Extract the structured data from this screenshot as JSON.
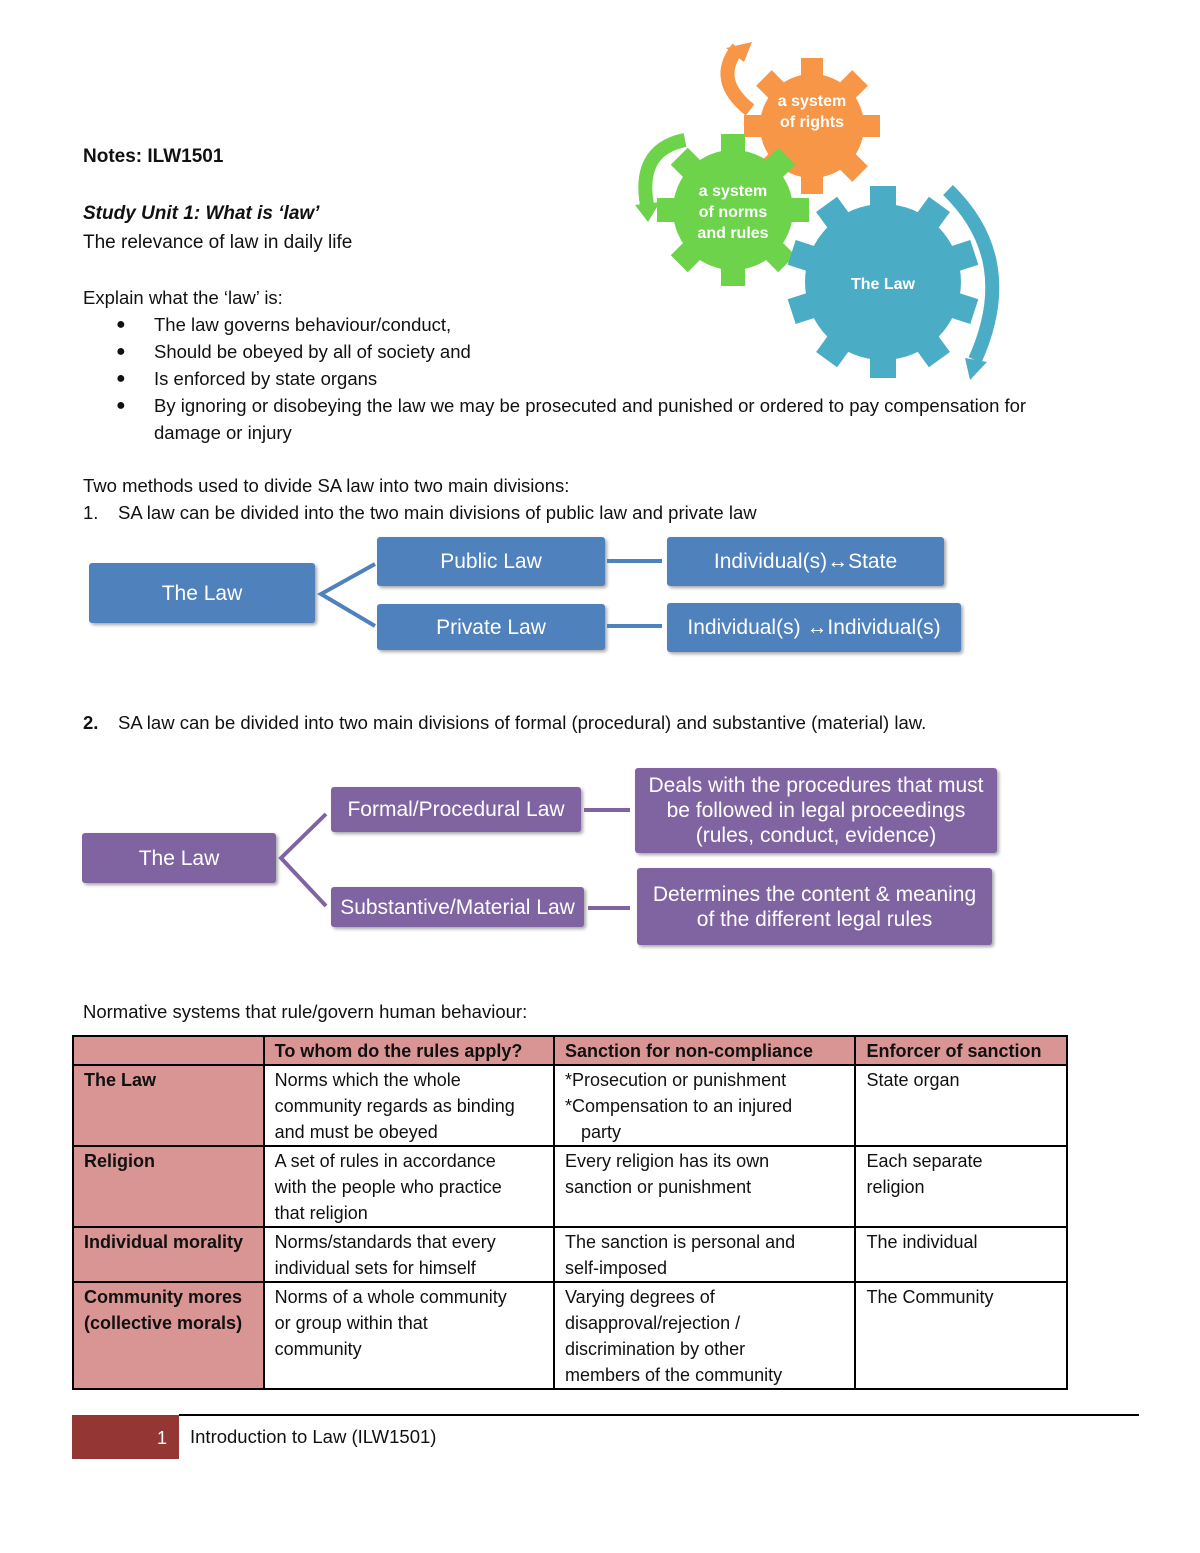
{
  "header": {
    "notes_title": "Notes: ILW1501",
    "unit_title": "Study Unit 1: What is ‘law’",
    "unit_subtitle": "The relevance of law in daily life"
  },
  "explain": {
    "intro": "Explain what the ‘law’ is:",
    "bullets": [
      "The law governs behaviour/conduct,",
      "Should be obeyed by all of society and",
      "Is enforced by state organs",
      "By ignoring or disobeying the law we may be prosecuted and punished or ordered to pay compensation for",
      "damage or injury"
    ]
  },
  "gears": {
    "rights": [
      "a system",
      "of rights"
    ],
    "norms": [
      "a system",
      "of norms",
      "and rules"
    ],
    "law": "The Law",
    "colors": {
      "rights": "#f79646",
      "norms": "#6cd34a",
      "law": "#4bacc6"
    }
  },
  "methods": {
    "intro": "Two methods used to divide SA law into two main divisions:",
    "m1": {
      "num": "1.",
      "text": "SA law can be divided into the two main divisions of public law and private law"
    },
    "m2": {
      "num": "2.",
      "text": "SA law can be divided into two main divisions of formal (procedural) and substantive (material) law."
    }
  },
  "diagram1": {
    "root": "The Law",
    "public": "Public Law",
    "private": "Private Law",
    "public_rel": "Individual(s)↔State",
    "private_rel": "Individual(s) ↔Individual(s)",
    "color": "#4f81bd"
  },
  "diagram2": {
    "root": "The Law",
    "formal": "Formal/Procedural Law",
    "substantive": "Substantive/Material Law",
    "formal_desc": [
      "Deals with the procedures that must",
      "be followed in legal proceedings",
      "(rules, conduct, evidence)"
    ],
    "substantive_desc": [
      "Determines the content & meaning",
      "of the different legal rules"
    ],
    "color": "#8064a2"
  },
  "normative": {
    "intro": "Normative systems that rule/govern human behaviour:",
    "headers": [
      "",
      "To whom do the rules apply?",
      "Sanction for non-compliance",
      "Enforcer of sanction"
    ],
    "rows": [
      {
        "head": [
          "The Law"
        ],
        "apply": [
          "Norms which the whole",
          "community regards as binding",
          "and must be obeyed"
        ],
        "sanction": [
          "*Prosecution or punishment",
          "*Compensation to an injured",
          "party"
        ],
        "enforcer": [
          "State organ"
        ]
      },
      {
        "head": [
          "Religion"
        ],
        "apply": [
          "A set of rules in accordance",
          "with the people who practice",
          "that religion"
        ],
        "sanction": [
          "Every religion has its own",
          "sanction or punishment"
        ],
        "enforcer": [
          "Each separate",
          "religion"
        ]
      },
      {
        "head": [
          "Individual morality"
        ],
        "apply": [
          "Norms/standards that every",
          "individual sets for himself"
        ],
        "sanction": [
          "The sanction is personal and",
          "self-imposed"
        ],
        "enforcer": [
          "The individual"
        ]
      },
      {
        "head": [
          "Community mores",
          "(collective morals)"
        ],
        "apply": [
          "Norms of a whole community",
          "or group within that",
          "community"
        ],
        "sanction": [
          "Varying degrees of",
          "disapproval/rejection /",
          "discrimination by other",
          "members of the community"
        ],
        "enforcer": [
          "The Community"
        ]
      }
    ],
    "header_color": "#d99594"
  },
  "footer": {
    "page_number": "1",
    "text": "Introduction to Law (ILW1501)",
    "bar_color": "#943634"
  }
}
